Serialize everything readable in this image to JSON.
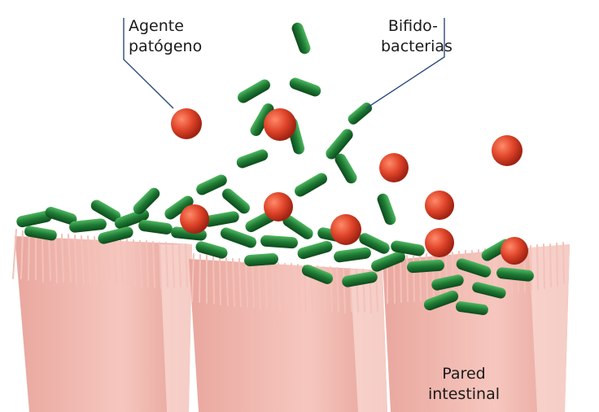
{
  "labels": {
    "pathogen": {
      "line1": "Agente",
      "line2": "patógeno"
    },
    "bifidobacteria": {
      "line1": "Bifido-",
      "line2": "bacterias"
    },
    "intestinal_wall": {
      "line1": "Pared",
      "line2": "intestinal"
    }
  },
  "colors": {
    "pathogen": "#e0452a",
    "bacteria": "#1e7a34",
    "wall": "#f2b8b0",
    "villi": "#f6cdc6",
    "leader": "#2a4a7a"
  }
}
